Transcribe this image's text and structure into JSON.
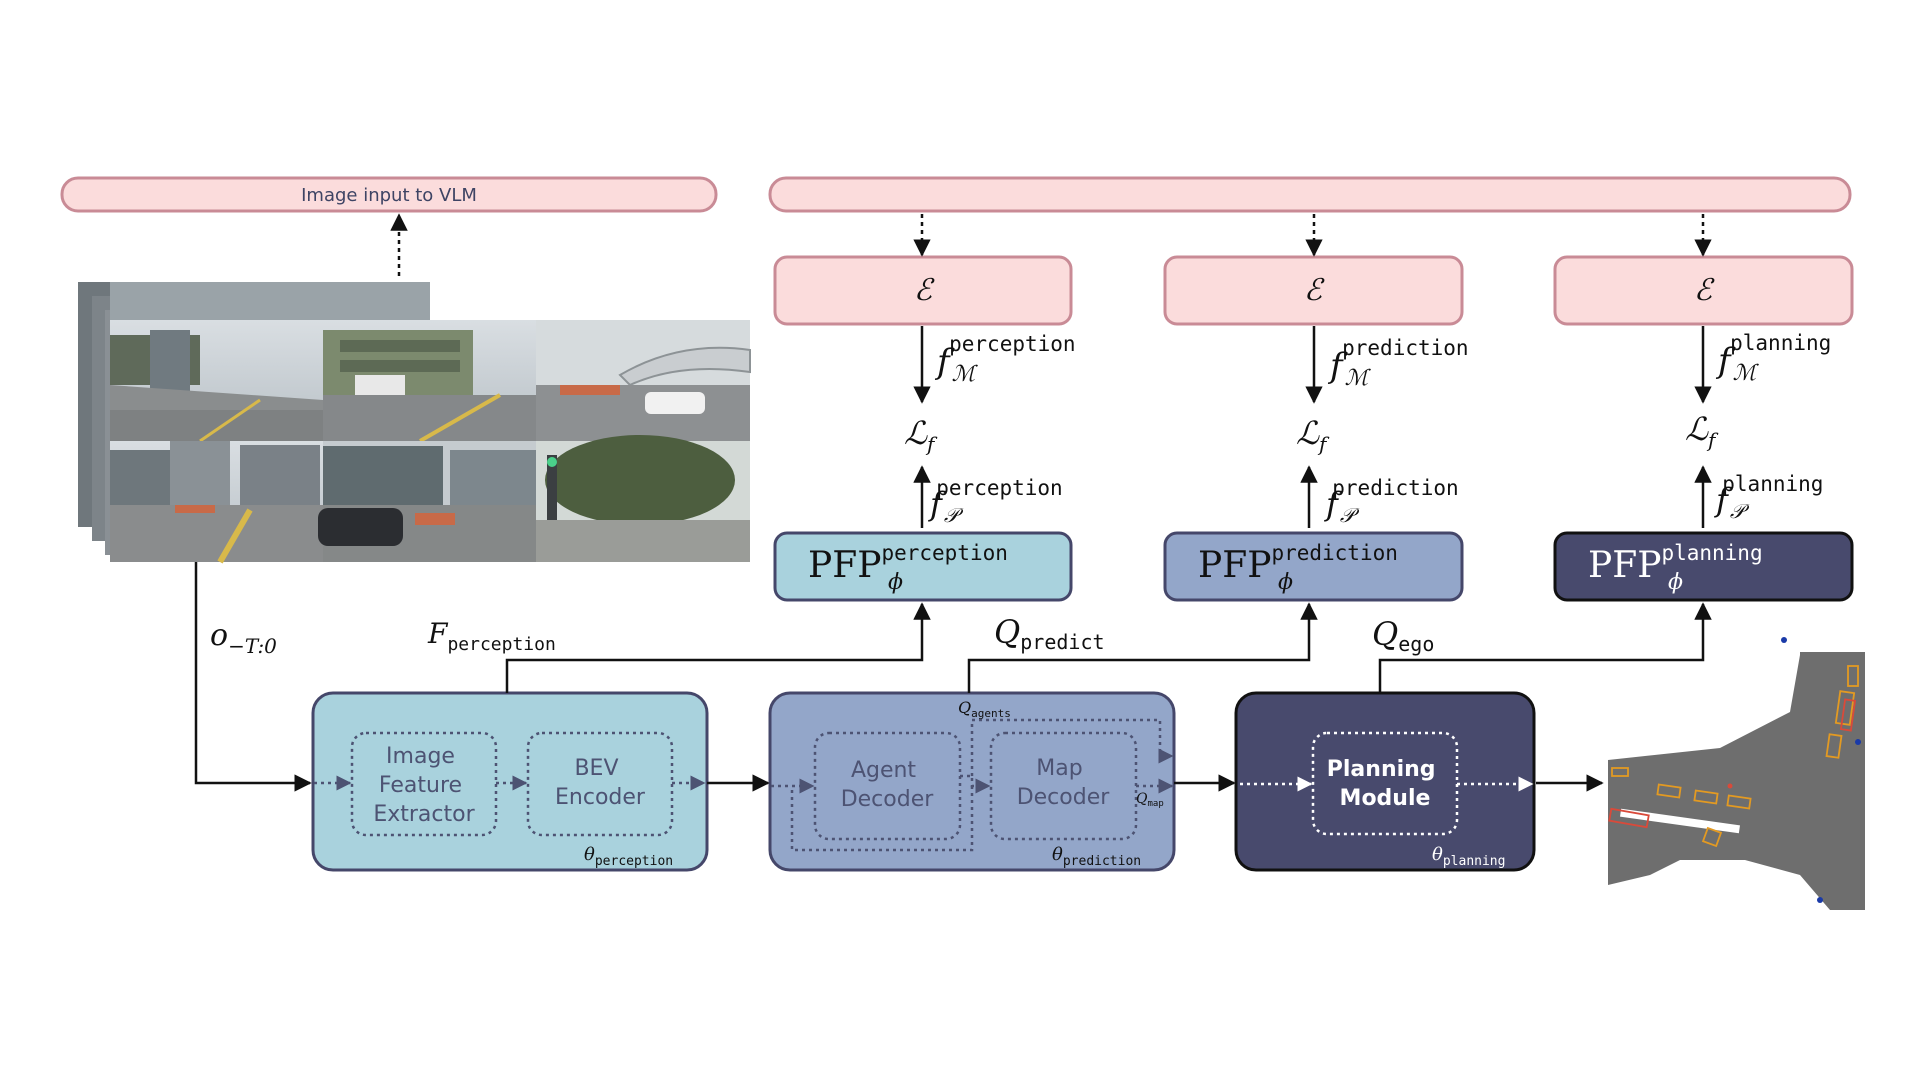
{
  "vlm_bar": {
    "label": "Image input to VLM"
  },
  "encoders": {
    "symbol": "ℰ"
  },
  "loss": {
    "symbol": "ℒ",
    "sub": "f"
  },
  "features": {
    "f_sym": "f",
    "M_sub": "ℳ",
    "P_sub": "𝒫",
    "perception": "perception",
    "prediction": "prediction",
    "planning": "planning"
  },
  "pfp": {
    "base": "PFP",
    "phi": "ϕ",
    "perception_sup": "perception",
    "prediction_sup": "prediction",
    "planning_sup": "planning"
  },
  "signals": {
    "obs_base": "o",
    "obs_sub": "−T:0",
    "F_base": "F",
    "F_sub": "perception",
    "Qpred_base": "Q",
    "Qpred_sub": "predict",
    "Qego_base": "Q",
    "Qego_sub": "ego",
    "Qagents_base": "Q",
    "Qagents_sub": "agents",
    "Qmap_base": "Q",
    "Qmap_sub": "map"
  },
  "modules": {
    "theta": "θ",
    "perception": {
      "sub": "perception",
      "image_feature_extractor": [
        "Image",
        "Feature",
        "Extractor"
      ],
      "bev_encoder": [
        "BEV",
        "Encoder"
      ]
    },
    "prediction": {
      "sub": "prediction",
      "agent_decoder": [
        "Agent",
        "Decoder"
      ],
      "map_decoder": [
        "Map",
        "Decoder"
      ]
    },
    "planning": {
      "sub": "planning",
      "planning_module": [
        "Planning",
        "Module"
      ]
    }
  },
  "colors": {
    "pink_fill": "#fbdcdc",
    "pink_stroke": "#c98b96",
    "perception_fill": "#a9d2dd",
    "prediction_fill": "#93a6c9",
    "planning_fill": "#484a6d",
    "module_stroke": "#45476a",
    "inner_text": "#4d5373",
    "map_grey": "#6e6e6e"
  }
}
